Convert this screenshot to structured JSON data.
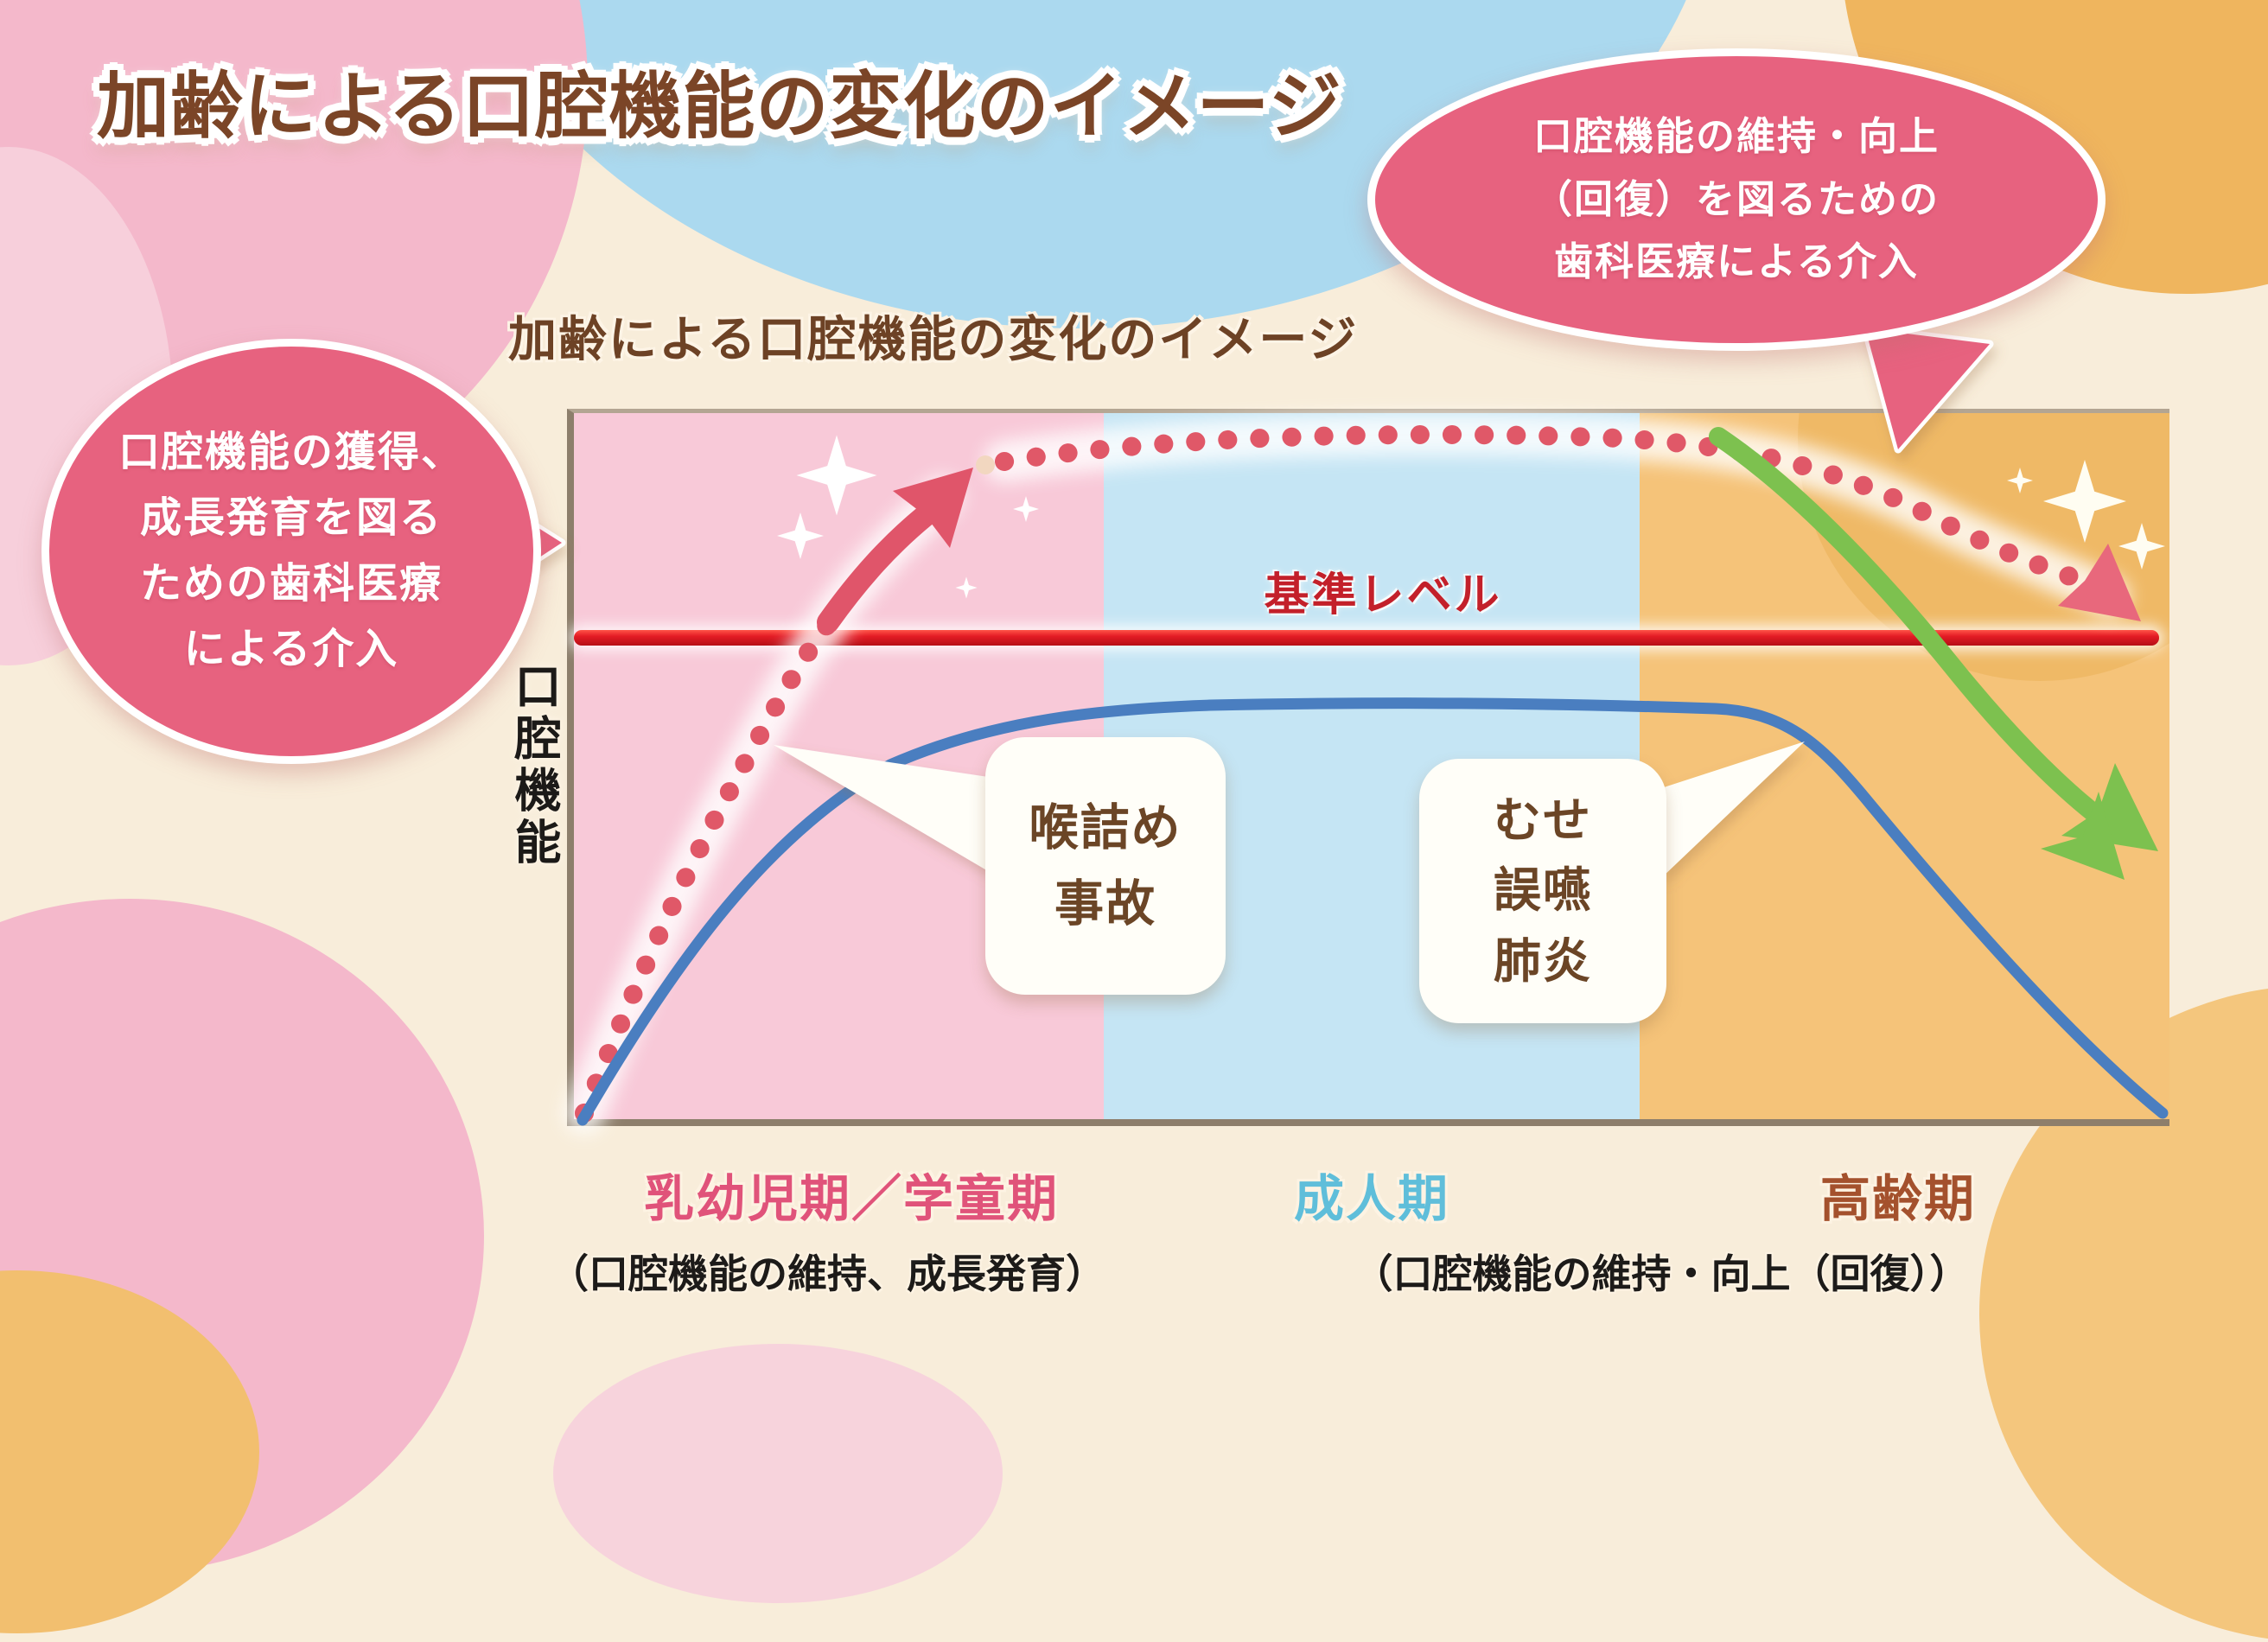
{
  "title": "加齢による口腔機能の変化のイメージ",
  "chart": {
    "subtitle": "加齢による口腔機能の変化のイメージ",
    "y_axis_label": "口腔機能",
    "baseline_label": "基準レベル",
    "stages": [
      {
        "label": "乳幼児期／学童期",
        "label_color": "#e0537a",
        "band_color": "#f8c9d8"
      },
      {
        "label": "成人期",
        "label_color": "#5fbeda",
        "band_color": "#c5e5f4"
      },
      {
        "label": "高齢期",
        "label_color": "#a4512d",
        "band_color": "#f5c379"
      }
    ],
    "footnotes": [
      "（口腔機能の維持、成長発育）",
      "（口腔機能の維持・向上（回復））"
    ]
  },
  "bubbles": {
    "left": {
      "lines": [
        "口腔機能の獲得、",
        "成長発育を図る",
        "ための歯科医療",
        "による介入"
      ]
    },
    "top_right": {
      "lines": [
        "口腔機能の維持・向上",
        "（回復）を図るための",
        "歯科医療による介入"
      ]
    }
  },
  "callouts": {
    "choking": {
      "lines": [
        "喉詰め",
        "事故"
      ]
    },
    "aspiration": {
      "lines": [
        "むせ",
        "誤嚥",
        "肺炎"
      ]
    }
  },
  "icons": {
    "sparkles": "sparkle-icon (white four-point stars)",
    "up_arrow": "red rising arrow",
    "down_arrow_red": "red dotted declining arrow",
    "down_arrow_green": "green declining arrow"
  },
  "colors": {
    "background_cream": "#f8edda",
    "blob_pink": "#f4b8cb",
    "blob_light_pink": "#f7cfdb",
    "blob_purple": "#c9a4d2",
    "blob_blue": "#abd9ef",
    "blob_orange": "#efb55e",
    "blob_orange_light": "#f4c67d",
    "bubble_pink": "#e7627f",
    "title_brown": "#7b4527",
    "baseline_red": "#e31c25",
    "dotted_curve_rose": "#e05868",
    "solid_curve_blue": "#4a7ec0",
    "arrow_green": "#7dc14f",
    "axis_grey_brown": "#8d7e6b",
    "callout_text_brown": "#6b4526"
  },
  "chart_data": {
    "type": "line",
    "title": "加齢による口腔機能の変化のイメージ",
    "ylabel": "口腔機能",
    "x_stages": [
      "乳幼児期／学童期",
      "成人期",
      "高齢期"
    ],
    "x_stage_bounds": [
      0,
      0.335,
      0.67,
      1
    ],
    "baseline_y": 0.675,
    "grid": false,
    "legend": false,
    "series": [
      {
        "id": "red_dotted_with_intervention",
        "style": "dotted, rises above baseline with red arrow, declines back to baseline with arrowhead",
        "color": "#e05868",
        "points": [
          [
            0.01,
            0.02
          ],
          [
            0.08,
            0.28
          ],
          [
            0.16,
            0.6
          ],
          [
            0.22,
            0.82
          ],
          [
            0.27,
            0.92
          ],
          [
            0.33,
            0.95
          ],
          [
            0.5,
            0.97
          ],
          [
            0.64,
            0.96
          ],
          [
            0.78,
            0.87
          ],
          [
            0.87,
            0.78
          ],
          [
            0.985,
            0.71
          ]
        ]
      },
      {
        "id": "blue_solid_no_intervention",
        "style": "solid, plateaus below baseline then declines to zero",
        "color": "#4a7ec0",
        "points": [
          [
            0.01,
            0.01
          ],
          [
            0.1,
            0.3
          ],
          [
            0.2,
            0.5
          ],
          [
            0.3,
            0.565
          ],
          [
            0.5,
            0.585
          ],
          [
            0.715,
            0.58
          ],
          [
            0.8,
            0.45
          ],
          [
            0.9,
            0.24
          ],
          [
            1.0,
            0.02
          ]
        ]
      },
      {
        "id": "green_decline_arrow",
        "style": "arrow from high level in elderly stage down to lower right",
        "color": "#7dc14f",
        "points": [
          [
            0.72,
            0.96
          ],
          [
            0.83,
            0.64
          ],
          [
            0.93,
            0.44
          ],
          [
            1.0,
            0.37
          ]
        ]
      }
    ]
  }
}
